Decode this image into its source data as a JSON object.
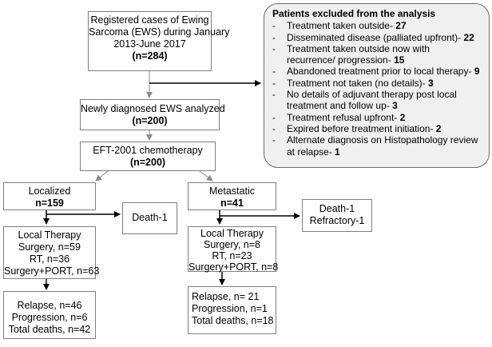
{
  "registered": {
    "lines": [
      "Registered cases of Ewing",
      "Sarcoma (EWS) during January",
      "2013-June 2017"
    ],
    "n": "(n=284)"
  },
  "excluded": {
    "title": "Patients excluded from the analysis",
    "items": [
      {
        "text": "Treatment taken outside- ",
        "n": "27",
        "cont": ""
      },
      {
        "text": " Disseminated disease (palliated upfront)- ",
        "n": "22",
        "cont": ""
      },
      {
        "text": "Treatment taken outside now with",
        "n": "",
        "cont": "recurrence/  progression- ",
        "cont_n": "15"
      },
      {
        "text": "Abandoned treatment prior to local therapy- ",
        "n": "9",
        "cont": ""
      },
      {
        "text": "Treatment not taken (no details)- ",
        "n": "3",
        "cont": ""
      },
      {
        "text": "No details of adjuvant therapy post local",
        "n": "",
        "cont": "treatment and follow up- ",
        "cont_n": "3"
      },
      {
        "text": "Treatment refusal upfront- ",
        "n": "2",
        "cont": ""
      },
      {
        "text": "Expired before treatment initiation- ",
        "n": "2",
        "cont": ""
      },
      {
        "text": "Alternate diagnosis on Histopathology review",
        "n": "",
        "cont": "at relapse- ",
        "cont_n": "1"
      }
    ]
  },
  "analyzed": {
    "label": "Newly diagnosed EWS analyzed",
    "n": "(n=200)"
  },
  "chemo": {
    "label": "EFT-2001 chemotherapy",
    "n": "(n=200)"
  },
  "localized": {
    "label": "Localized",
    "n": "n=159"
  },
  "metastatic": {
    "label": "Metastatic",
    "n": "n=41"
  },
  "death_localized": {
    "label": "Death-1"
  },
  "death_metastatic": {
    "lines": [
      "Death-1",
      "Refractory-1"
    ]
  },
  "local_therapy_left": {
    "lines": [
      "Local Therapy",
      "Surgery, n=59",
      "RT, n=36",
      "Surgery+PORT, n=63"
    ]
  },
  "local_therapy_right": {
    "lines": [
      "Local Therapy",
      "Surgery, n=8",
      "RT, n=23",
      "Surgery+PORT, n=8"
    ]
  },
  "outcome_left": {
    "lines": [
      "Relapse, n=46",
      "Progression, n=6",
      "Total deaths, n=42"
    ]
  },
  "outcome_right": {
    "lines": [
      "Relapse, n= 21",
      "Progression, n=1",
      "Total deaths, n=18"
    ]
  }
}
